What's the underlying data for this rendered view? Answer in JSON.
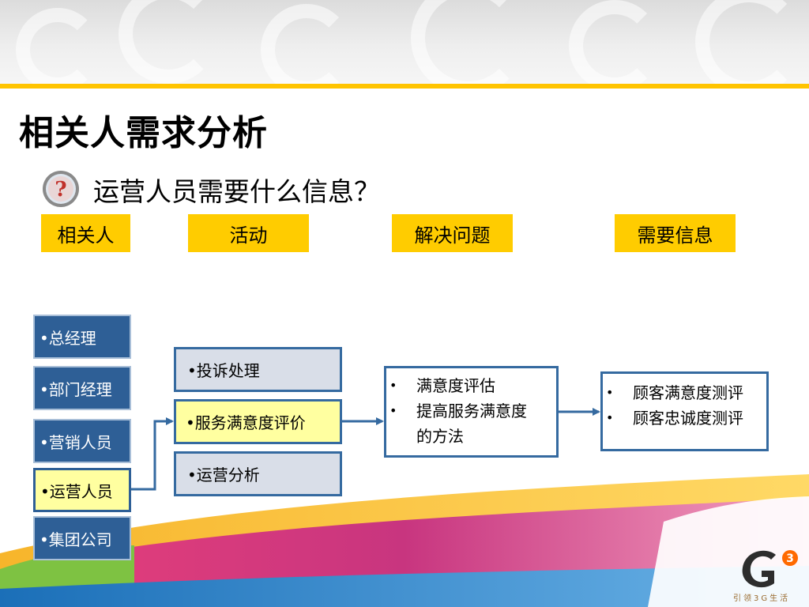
{
  "slide": {
    "title": "相关人需求分析",
    "subtitle": "运营人员需要什么信息？"
  },
  "headers": [
    "相关人",
    "活动",
    "解决问题",
    "需要信息"
  ],
  "stakeholders": [
    {
      "label": "•总经理",
      "selected": false
    },
    {
      "label": "•部门经理",
      "selected": false
    },
    {
      "label": "•营销人员",
      "selected": false
    },
    {
      "label": "•运营人员",
      "selected": true
    },
    {
      "label": "•集团公司",
      "selected": false
    }
  ],
  "activities": [
    {
      "label": "•投诉处理",
      "selected": false
    },
    {
      "label": "•服务满意度评价",
      "selected": true
    },
    {
      "label": "•运营分析",
      "selected": false
    }
  ],
  "problems": [
    "满意度评估",
    "提高服务满意度",
    "的方法"
  ],
  "information": [
    "顾客满意度测评",
    "顾客忠诚度测评"
  ],
  "logo": {
    "icon": "g3-logo-icon",
    "tagline": "引领3G生活"
  },
  "colors": {
    "accent_yellow": "#ffcc00",
    "stakeholder_blue": "#2e5f96",
    "border_blue": "#356aa0",
    "highlight": "#ffffa0",
    "activity_bg": "#d9dee8"
  }
}
